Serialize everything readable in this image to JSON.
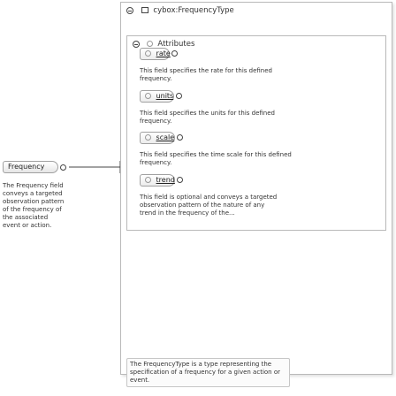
{
  "complex_type": {
    "name": "cybox:FrequencyType",
    "documentation": "The FrequencyType is a type representing the specification of a frequency for a given action or event."
  },
  "attributes_group": {
    "label": "Attributes"
  },
  "attributes": [
    {
      "name": "rate",
      "documentation": "This field specifies the rate for this defined frequency."
    },
    {
      "name": "units",
      "documentation": "This field specifies the units for this defined frequency."
    },
    {
      "name": "scale",
      "documentation": "This field specifies the time scale for this defined frequency."
    },
    {
      "name": "trend",
      "documentation": "This field is optional and conveys a targeted observation pattern of the nature of any trend in the frequency of the..."
    }
  ],
  "element": {
    "name": "Frequency",
    "documentation": "The Frequency field conveys a targeted observation pattern of the frequency of the associated event or action."
  },
  "colors": {
    "border": "#b9b9b9",
    "text": "#222222",
    "connector": "#444444"
  }
}
